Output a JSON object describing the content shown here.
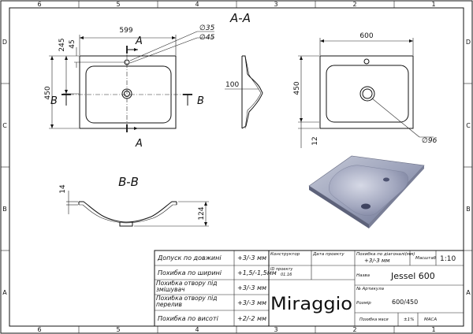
{
  "frame": {
    "top_zones": [
      "6",
      "5",
      "4",
      "3",
      "2",
      "1"
    ],
    "bottom_zones": [
      "6",
      "5",
      "4",
      "3",
      "2",
      "1"
    ],
    "left_zones": [
      "D",
      "C",
      "B",
      "A"
    ],
    "right_zones": [
      "D",
      "C",
      "B",
      "A"
    ]
  },
  "top_view": {
    "dim_width": "599",
    "dim_245": "245",
    "dim_45": "45",
    "dim_height": "450",
    "dia_35": "∅35",
    "dia_45": "∅45",
    "section_a_top": "A",
    "section_a_bottom": "A",
    "section_b_left": "B",
    "section_b_right": "B"
  },
  "section_aa": {
    "title": "A-A",
    "dim_100": "100"
  },
  "right_view": {
    "dim_width": "600",
    "dim_height": "450",
    "dim_12": "12",
    "dia_96": "∅96"
  },
  "section_bb": {
    "title": "B-B",
    "dim_14": "14",
    "dim_124": "124"
  },
  "title_block": {
    "rows": [
      {
        "label": "Допуск по довжині",
        "value": "+3/-3 мм"
      },
      {
        "label": "Похибка по ширині",
        "value": "+1,5/-1,5мм"
      },
      {
        "label": "Похибка отвору під змішувач",
        "value": "+3/-3 мм"
      },
      {
        "label": "Похибка отвору під перелив",
        "value": "+3/-3 мм"
      },
      {
        "label": "Похибка по висоті",
        "value": "+2/-2 мм"
      }
    ],
    "konstruktor": "Конструктор",
    "data_proektu": "Дата проекту",
    "id_proektu": "ID проекту",
    "id_value": "01.16",
    "brand": "Miraggio",
    "pokhybka_diagonal": "Похибка по діагоналі(мм)",
    "diagonal_value": "+3/-3 мм",
    "mashtab_label": "Масштаб",
    "mashtab_value": "1:10",
    "nazva_label": "Назва",
    "nazva_value": "Jessel 600",
    "artykul_label": "№ Артикула",
    "rozmir_label": "Розмір",
    "rozmir_value": "600/450",
    "pokhybka_masa": "Похибка маси",
    "masa_tol": "±1%",
    "masa_label": "МАСА"
  }
}
